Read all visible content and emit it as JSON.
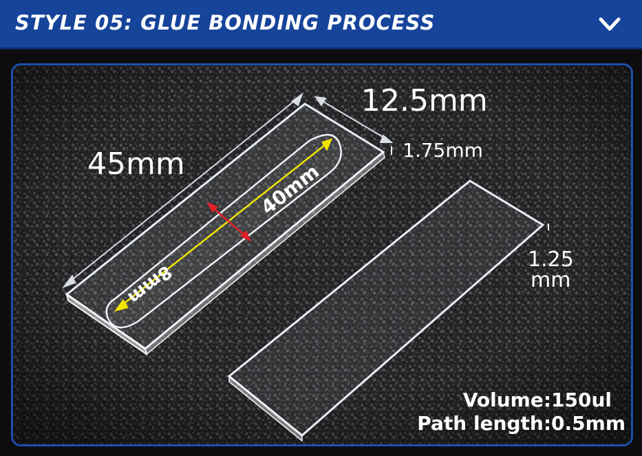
{
  "header": {
    "title": "STYLE 05:  GLUE BONDING PROCESS",
    "toggle_icon": "chevron-down-icon",
    "background_color": "#16449a"
  },
  "photo": {
    "dimensions": {
      "length": "45mm",
      "width": "12.5mm",
      "thickness_top": "1.75mm",
      "channel_length": "40mm",
      "channel_width": "8mm",
      "thickness_bottom_line1": "1.25",
      "thickness_bottom_line2": "mm"
    },
    "specs": {
      "volume": "Volume:150ul",
      "path_length": "Path length:0.5mm"
    },
    "channel_length_color": "#f2e600",
    "channel_width_color": "#e3202a"
  }
}
